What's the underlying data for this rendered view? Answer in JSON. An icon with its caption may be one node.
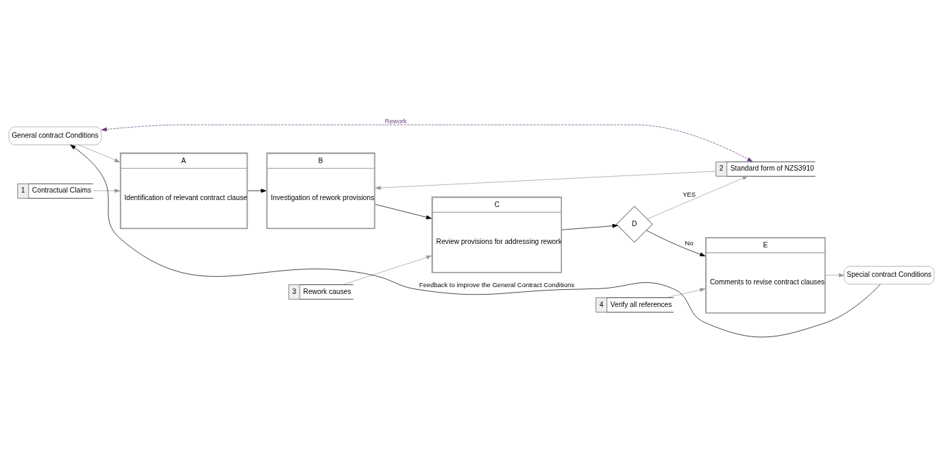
{
  "diagram": {
    "nodes": [
      {
        "text": [
          "General contract Conditions"
        ]
      },
      {
        "text": [
          "1",
          "Contractual Claims"
        ]
      },
      {
        "text": [
          "3",
          "Rework causes"
        ]
      },
      {
        "text": [
          "A",
          "Identification of relevant contract clause"
        ]
      },
      {
        "text": [
          "B",
          "Investigation of rework provisions"
        ]
      },
      {
        "text": [
          "C",
          "Review provisions for addressing rework"
        ]
      },
      {
        "text": [
          "D"
        ]
      },
      {
        "text": [
          "E",
          "Comments to revise contract clauses"
        ]
      },
      {
        "text": [
          "Special contract Conditions"
        ]
      },
      {
        "text": [
          "2",
          "Standard form of NZS3910"
        ]
      },
      {
        "text": [
          "4",
          "Verify all references"
        ]
      }
    ],
    "edges": [
      {
        "from": 8,
        "to": 0,
        "arrow": "to",
        "label": "Feedback to improve the General Contract Conditions",
        "color": "#000000"
      },
      {
        "from": 0,
        "to": 3,
        "arrow": "to"
      },
      {
        "from": 1,
        "to": 3,
        "arrow": "to"
      },
      {
        "from": 3,
        "to": 4,
        "arrow": "to",
        "color": "#000000"
      },
      {
        "from": 4,
        "to": 5,
        "arrow": "to",
        "color": "#000000"
      },
      {
        "from": 2,
        "to": 5,
        "arrow": "to"
      },
      {
        "from": 5,
        "to": 6,
        "arrow": "to",
        "color": "#000000"
      },
      {
        "from": 6,
        "to": 7,
        "arrow": "to",
        "label": "No",
        "color": "#000000"
      },
      {
        "from": 7,
        "to": 8,
        "arrow": "to"
      },
      {
        "from": 6,
        "to": 9,
        "arrow": "to",
        "label": "YES"
      },
      {
        "from": 9,
        "to": 4,
        "arrow": "to"
      },
      {
        "from": 10,
        "to": 7,
        "arrow": "to"
      },
      {
        "from": 0,
        "to": 9,
        "arrow": "both",
        "label": "Rework",
        "style": "dashed",
        "color": "#6b3f7f"
      }
    ]
  }
}
